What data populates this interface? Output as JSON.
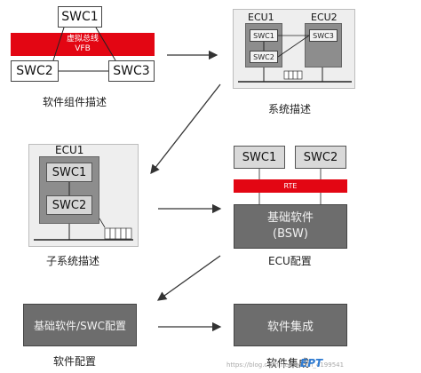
{
  "panel1": {
    "swc1": "SWC1",
    "swc2": "SWC2",
    "swc3": "SWC3",
    "bus_line1": "虚拟总线",
    "bus_line2": "VFB",
    "caption": "软件组件描述"
  },
  "panel2": {
    "ecu1": "ECU1",
    "ecu2": "ECU2",
    "swc1": "SWC1",
    "swc2": "SWC2",
    "swc3": "SWC3",
    "caption": "系统描述"
  },
  "panel3": {
    "ecu1": "ECU1",
    "swc1": "SWC1",
    "swc2": "SWC2",
    "caption": "子系统描述"
  },
  "panel4": {
    "swc1": "SWC1",
    "swc2": "SWC2",
    "rte": "RTE",
    "bsw_line1": "基础软件",
    "bsw_line2": "(BSW)",
    "caption": "ECU配置"
  },
  "panel5": {
    "box": "基础软件/SWC配置",
    "caption": "软件配置"
  },
  "panel6": {
    "box": "软件集成",
    "caption": "软件集成"
  },
  "footer": {
    "watermark": "https://blog.csdn.net/weixin_4199541",
    "logo": "EPT"
  },
  "colors": {
    "bus_red": "#e30613",
    "ecu_grey": "#8d8d8d",
    "dark_box": "#6d6d6d"
  }
}
